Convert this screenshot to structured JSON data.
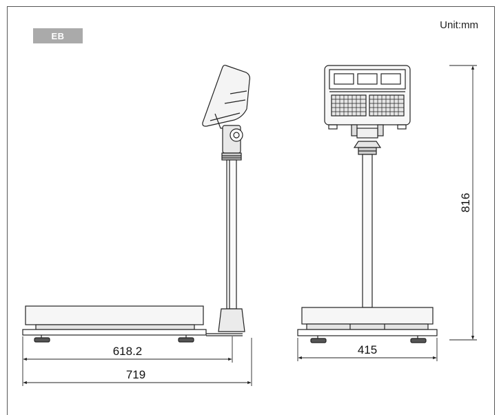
{
  "model_badge": "EB",
  "unit_label": "Unit:mm",
  "dimensions": {
    "side_platform_length": "618.2",
    "side_total_length": "719",
    "front_width": "415",
    "height": "816"
  },
  "colors": {
    "badge_bg": "#aaaaaa",
    "line": "#222222"
  }
}
